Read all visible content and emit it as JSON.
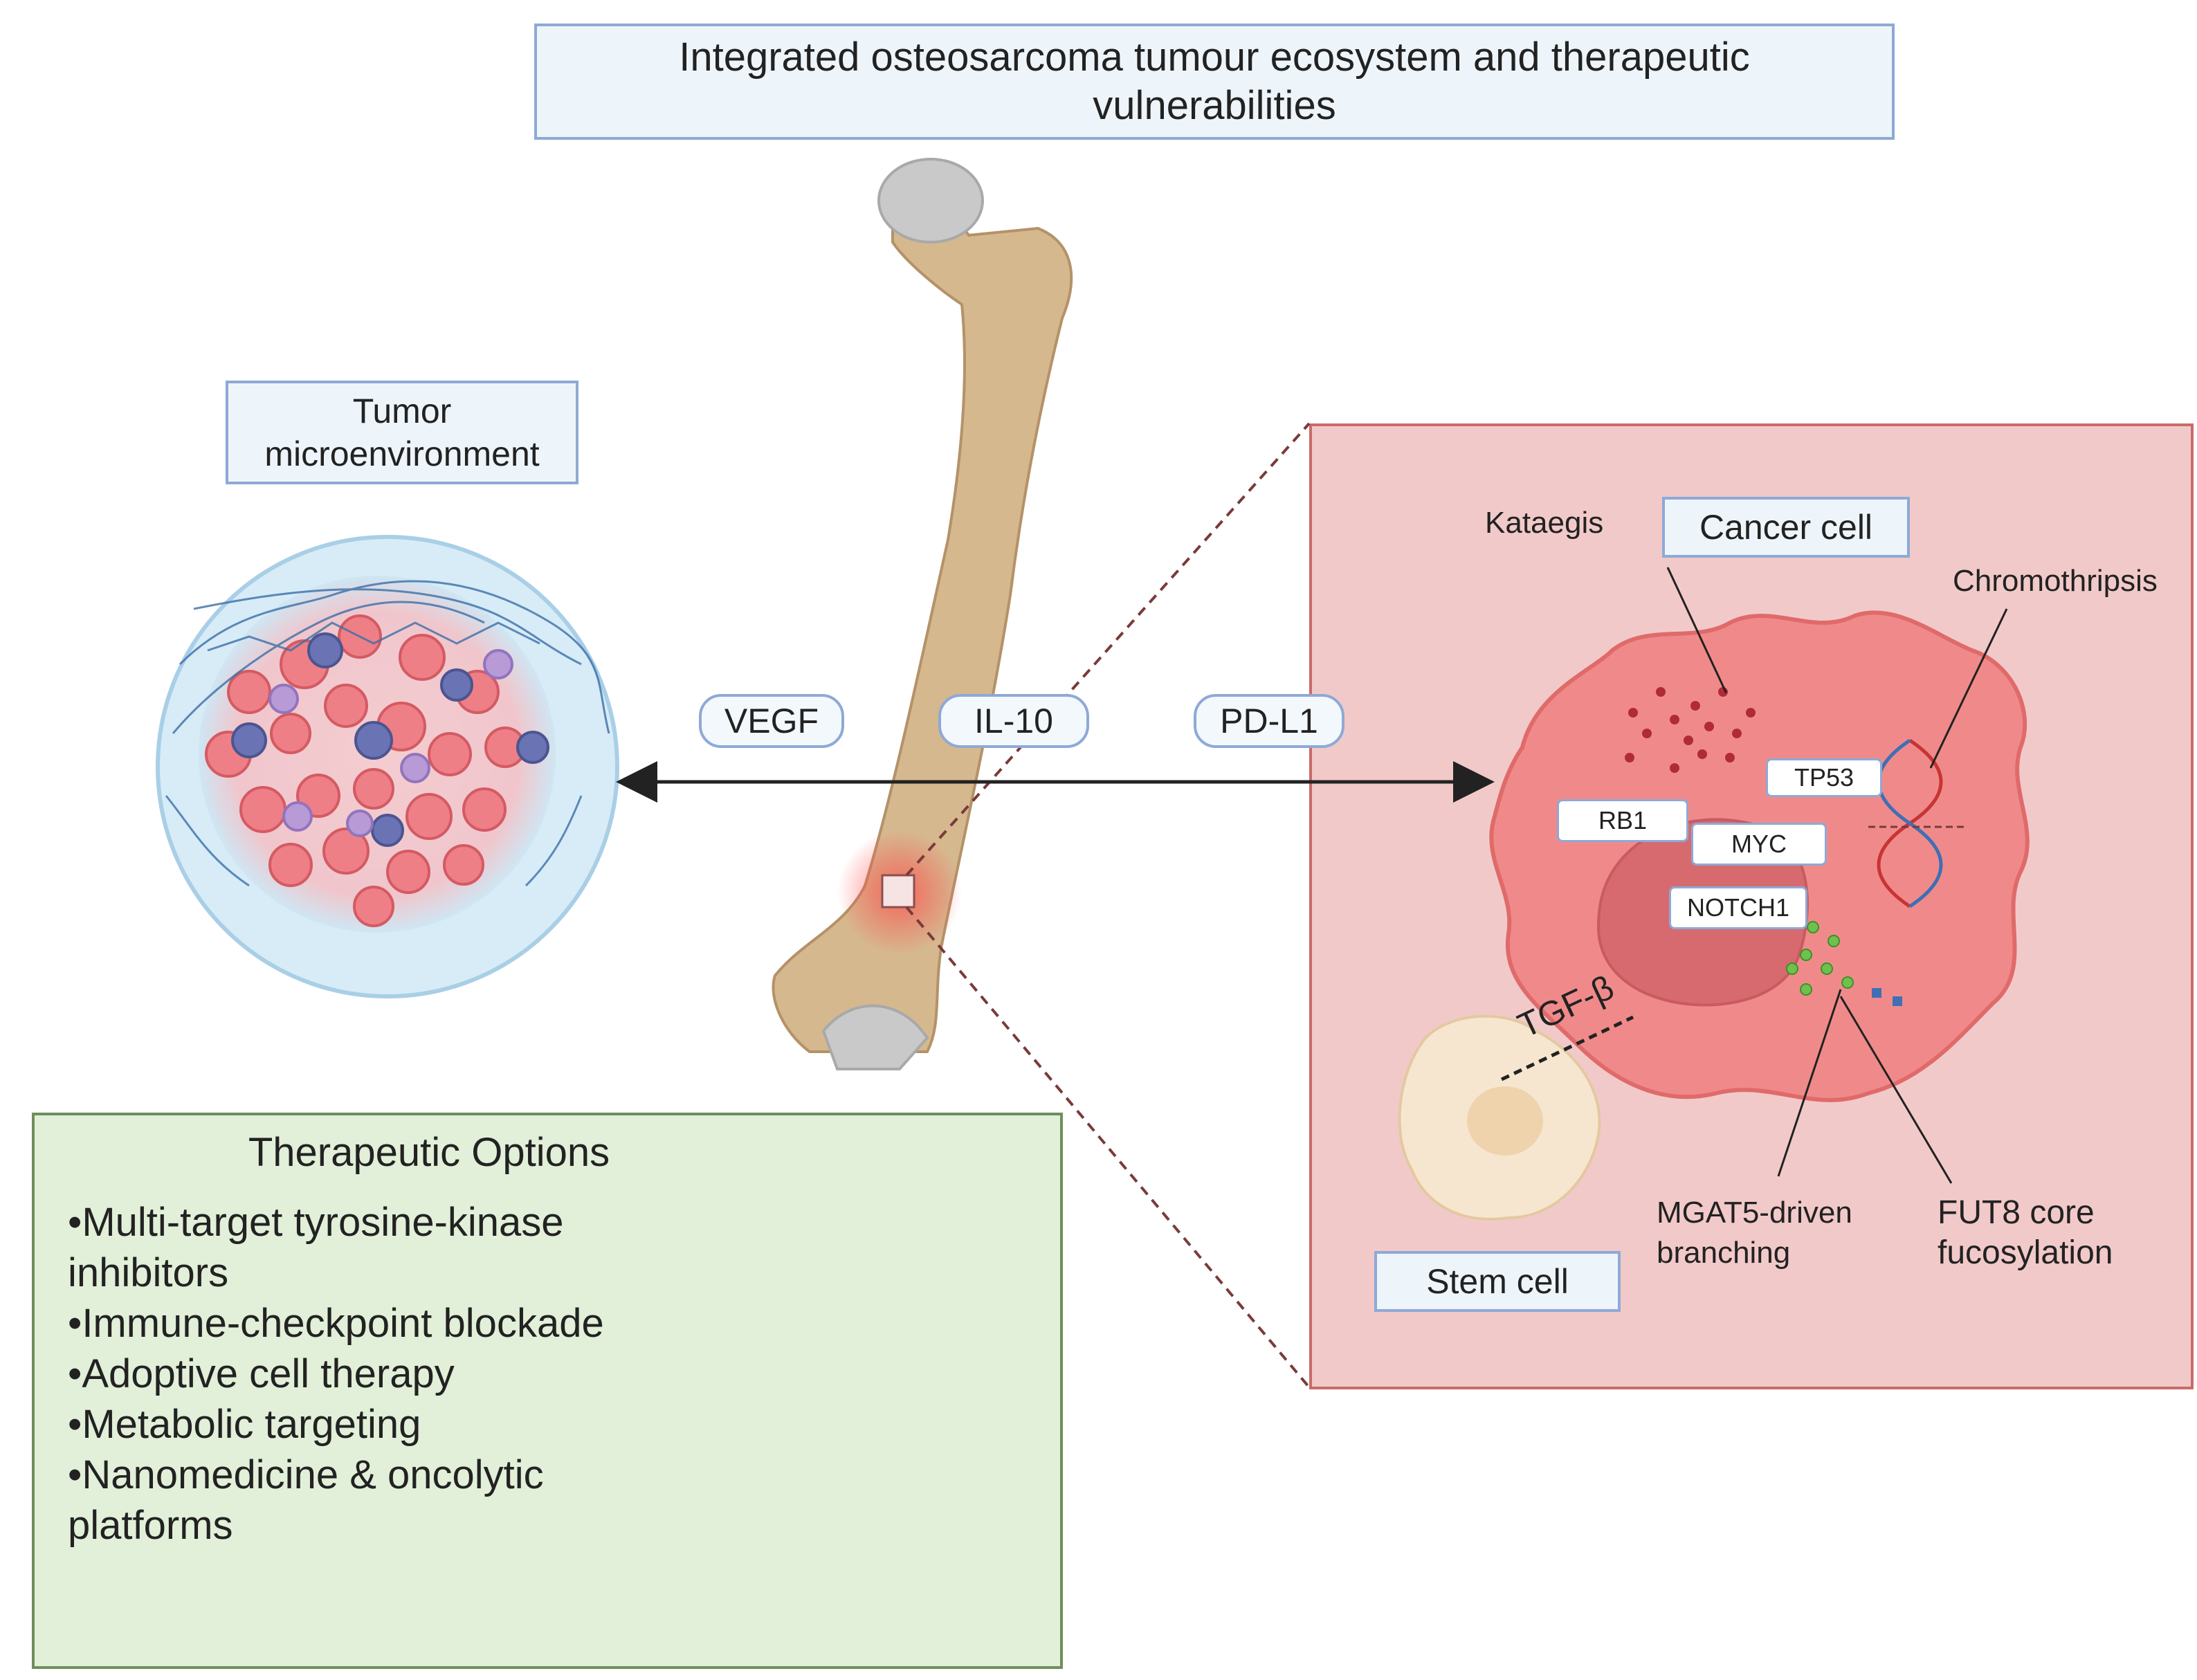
{
  "title": "Integrated osteosarcoma tumour ecosystem and therapeutic vulnerabilities",
  "tumor_microenvironment": {
    "label": "Tumor microenvironment"
  },
  "signals": [
    "VEGF",
    "IL-10",
    "PD-L1"
  ],
  "cancer_cell": {
    "label": "Cancer cell",
    "kataegis": "Kataegis",
    "chromothripsis": "Chromothripsis",
    "genes": [
      "TP53",
      "RB1",
      "MYC",
      "NOTCH1"
    ],
    "tgf": "TGF-β",
    "mgat5": [
      "MGAT5-driven",
      "branching"
    ],
    "fut8": [
      "FUT8 core",
      "fucosylation"
    ],
    "stem_cell": "Stem cell"
  },
  "therapeutic": {
    "title": "Therapeutic Options",
    "items": [
      "Multi-target tyrosine-kinase inhibitors",
      "Immune-checkpoint blockade",
      "Adoptive cell therapy",
      "Metabolic targeting",
      "Nanomedicine & oncolytic platforms"
    ]
  },
  "colors": {
    "label_fill": "#eef5fa",
    "label_border": "#8ea9d6",
    "therapy_fill": "#e2efd9",
    "cancer_panel_fill": "#f2c9c9",
    "cancer_cell_fill": "#f08a8a",
    "bone": "#d6b88f",
    "antibody": "#3f6fb5",
    "capsule_teal": "#5bc0c6"
  }
}
